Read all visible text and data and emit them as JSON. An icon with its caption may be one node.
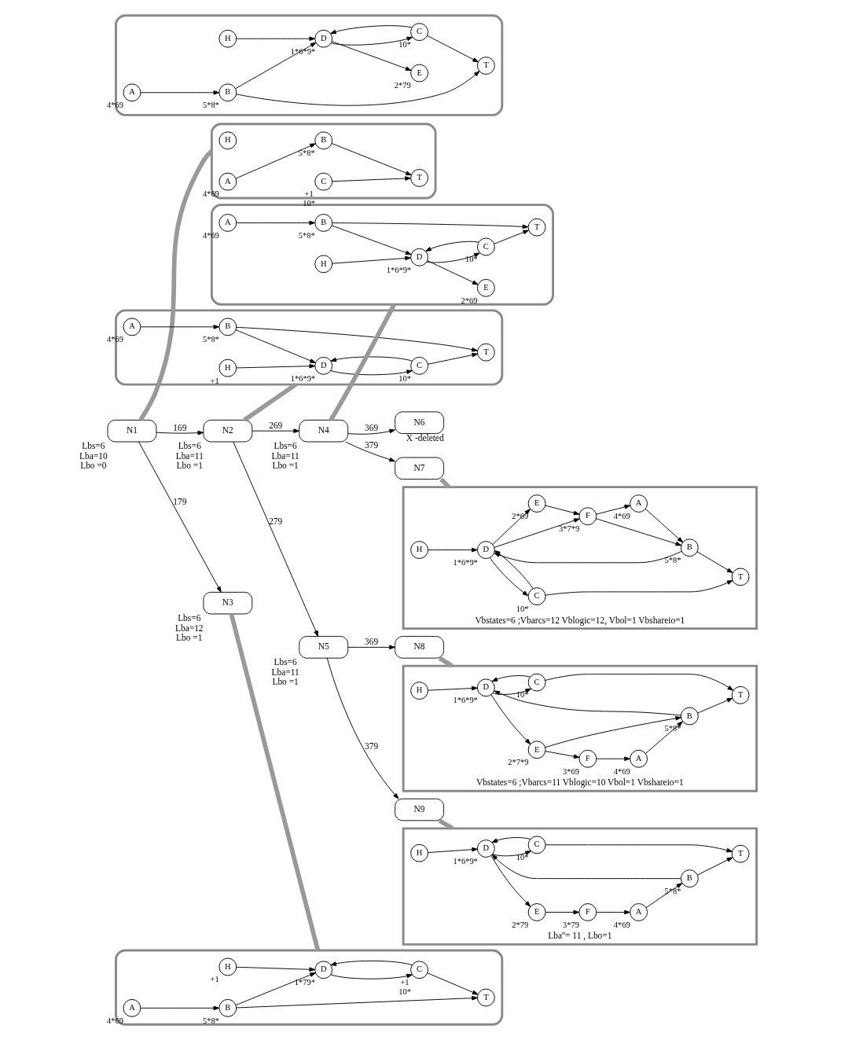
{
  "diagram": {
    "nodes": [
      {
        "text": [],
        "shape": "box"
      },
      {
        "text": [
          "H"
        ],
        "in": 0
      },
      {
        "text": [
          "T"
        ],
        "in": 0
      },
      {
        "text": [
          "A"
        ],
        "in": 0,
        "beside": [
          "4*69"
        ]
      },
      {
        "text": [
          "C"
        ],
        "in": 0,
        "beside": [
          "+1",
          "10*"
        ]
      },
      {
        "text": [
          "B"
        ],
        "in": 0,
        "beside": [
          "5*8*"
        ]
      },
      {
        "text": [
          "N1"
        ],
        "beside": [
          "Lbs=6",
          "Lba=10",
          "Lbo =0"
        ]
      },
      {
        "text": [],
        "shape": "box"
      },
      {
        "text": [
          "D"
        ],
        "in": 7,
        "beside": [
          "1*6*9*"
        ]
      },
      {
        "text": [
          "H"
        ],
        "in": 7,
        "beside": [
          "+1"
        ]
      },
      {
        "text": [
          "T"
        ],
        "in": 7
      },
      {
        "text": [
          "A"
        ],
        "in": 7,
        "beside": [
          "4*69"
        ]
      },
      {
        "text": [
          "C"
        ],
        "in": 7,
        "beside": [
          "10*"
        ]
      },
      {
        "text": [
          "B"
        ],
        "in": 7,
        "beside": [
          "5*8*"
        ]
      },
      {
        "text": [
          "N2"
        ],
        "beside": [
          "Lbs=6",
          "Lba=11",
          "Lbo =1"
        ]
      },
      {
        "text": [
          "N3"
        ],
        "beside": [
          "Lbs=6",
          "Lba=12",
          "Lbo =1"
        ]
      },
      {
        "text": [],
        "shape": "box"
      },
      {
        "text": [
          "D"
        ],
        "in": 16,
        "beside": [
          "1*79*"
        ]
      },
      {
        "text": [
          "H"
        ],
        "in": 16,
        "beside": [
          "+1"
        ]
      },
      {
        "text": [
          "T"
        ],
        "in": 16
      },
      {
        "text": [
          "A"
        ],
        "in": 16,
        "beside": [
          "4*69"
        ]
      },
      {
        "text": [
          "C"
        ],
        "in": 16,
        "beside": [
          "+1",
          "10*"
        ]
      },
      {
        "text": [
          "B"
        ],
        "in": 16,
        "beside": [
          "5*8*"
        ]
      },
      {
        "text": [
          "N4"
        ],
        "beside": [
          "Lbs=6",
          "Lba=11",
          "Lbo =1"
        ]
      },
      {
        "text": [
          "N5"
        ],
        "beside": [
          "Lbs=6",
          "Lba=11",
          "Lbo =1"
        ]
      },
      {
        "text": [],
        "shape": "box"
      },
      {
        "text": [
          "D"
        ],
        "in": 25,
        "beside": [
          "1*6*9*"
        ]
      },
      {
        "text": [
          "H"
        ],
        "in": 25
      },
      {
        "text": [
          "E"
        ],
        "in": 25,
        "beside": [
          "2*69"
        ]
      },
      {
        "text": [
          "T"
        ],
        "in": 25
      },
      {
        "text": [
          "A"
        ],
        "in": 25,
        "beside": [
          "4*69"
        ]
      },
      {
        "text": [
          "B"
        ],
        "in": 25,
        "beside": [
          "5*8*"
        ]
      },
      {
        "text": [
          "C"
        ],
        "in": 25,
        "beside": [
          "10*"
        ]
      },
      {
        "text": [],
        "shape": "box"
      },
      {
        "text": [
          "D"
        ],
        "in": 33,
        "beside": [
          "1*6*9*"
        ]
      },
      {
        "text": [
          "H"
        ],
        "in": 33
      },
      {
        "text": [
          "E"
        ],
        "in": 33,
        "beside": [
          "2*79"
        ]
      },
      {
        "text": [
          "T"
        ],
        "in": 33
      },
      {
        "text": [
          "A"
        ],
        "in": 33,
        "beside": [
          "4*69"
        ]
      },
      {
        "text": [
          "C"
        ],
        "in": 33,
        "beside": [
          "10*"
        ]
      },
      {
        "text": [
          "B"
        ],
        "in": 33,
        "beside": [
          "5*8*"
        ]
      },
      {
        "text": [
          "N6"
        ],
        "beside": [
          "X -deleted"
        ]
      },
      {
        "text": [
          "N7"
        ]
      },
      {
        "text": [
          "N8"
        ]
      },
      {
        "text": [
          "N9"
        ]
      },
      {
        "text": [
          "Vbstates=6 ;Vbarcs=12 Vblogic=12, Vbol=1 Vbshareio=1"
        ]
      },
      {
        "text": [
          "D"
        ],
        "in": 45,
        "beside": [
          "1*6*9*"
        ]
      },
      {
        "text": [
          "H"
        ],
        "in": 45
      },
      {
        "text": [
          "E"
        ],
        "in": 45,
        "beside": [
          "2*69"
        ]
      },
      {
        "text": [
          "T"
        ],
        "in": 45
      },
      {
        "text": [
          "A"
        ],
        "in": 45,
        "beside": [
          "4*69"
        ]
      },
      {
        "text": [
          "C"
        ],
        "in": 45,
        "beside": [
          "10*"
        ]
      },
      {
        "text": [
          "B"
        ],
        "in": 45,
        "beside": [
          "5*8*"
        ]
      },
      {
        "text": [
          "F"
        ],
        "in": 45,
        "beside": [
          "3*7*9"
        ]
      },
      {
        "text": [
          "Vbstates=6 ;Vbarcs=11 Vblogic=10 Vbol=1 Vbshareio=1"
        ]
      },
      {
        "text": [
          "D"
        ],
        "in": 54,
        "beside": [
          "1*6*9*"
        ]
      },
      {
        "text": [
          "H"
        ],
        "in": 54
      },
      {
        "text": [
          "E"
        ],
        "in": 54,
        "beside": [
          "2*7*9"
        ]
      },
      {
        "text": [
          "T"
        ],
        "in": 54
      },
      {
        "text": [
          "A"
        ],
        "in": 54,
        "beside": [
          "4*69"
        ]
      },
      {
        "text": [
          "B"
        ],
        "in": 54,
        "beside": [
          "5*8*"
        ]
      },
      {
        "text": [
          "C"
        ],
        "in": 54,
        "beside": [
          "10*"
        ]
      },
      {
        "text": [
          "F"
        ],
        "in": 54,
        "beside": [
          "3*69"
        ]
      },
      {
        "text": [
          "Lba''= 11 , Lbo=1"
        ]
      },
      {
        "text": [
          "D"
        ],
        "in": 63,
        "beside": [
          "1*6*9*"
        ]
      },
      {
        "text": [
          "H"
        ],
        "in": 63
      },
      {
        "text": [
          "E"
        ],
        "in": 63,
        "beside": [
          "2*79"
        ]
      },
      {
        "text": [
          "T"
        ],
        "in": 63
      },
      {
        "text": [
          "A"
        ],
        "in": 63,
        "beside": [
          "4*69"
        ]
      },
      {
        "text": [
          "B"
        ],
        "in": 63,
        "beside": [
          "5*8*"
        ]
      },
      {
        "text": [
          "C"
        ],
        "in": 63,
        "beside": [
          "10*"
        ]
      },
      {
        "text": [
          "F"
        ],
        "in": 63,
        "beside": [
          "3*79"
        ]
      }
    ],
    "edges": [
      {
        "from": 6,
        "to": 14,
        "arrow": "to",
        "label": "169"
      },
      {
        "from": 6,
        "to": 15,
        "arrow": "to",
        "label": "179"
      },
      {
        "from": 14,
        "to": 23,
        "arrow": "to",
        "label": "269"
      },
      {
        "from": 14,
        "to": 24,
        "arrow": "to",
        "label": "279"
      },
      {
        "from": 23,
        "to": 41,
        "arrow": "to",
        "label": "369"
      },
      {
        "from": 23,
        "to": 42,
        "arrow": "to",
        "label": "379"
      },
      {
        "from": 24,
        "to": 43,
        "arrow": "to",
        "label": "369"
      },
      {
        "from": 24,
        "to": 44,
        "arrow": "to",
        "label": "379"
      },
      {
        "from": 6,
        "to": 0,
        "arrow": "none",
        "style": "thick",
        "color": "#999999"
      },
      {
        "from": 14,
        "to": 7,
        "arrow": "none",
        "style": "thick",
        "color": "#999999"
      },
      {
        "from": 15,
        "to": 16,
        "arrow": "none",
        "style": "thick",
        "color": "#999999"
      },
      {
        "from": 23,
        "to": 25,
        "arrow": "none",
        "style": "thick",
        "color": "#999999"
      },
      {
        "from": 42,
        "to": 45,
        "arrow": "none",
        "style": "thick",
        "color": "#999999"
      },
      {
        "from": 43,
        "to": 54,
        "arrow": "none",
        "style": "thick",
        "color": "#999999"
      },
      {
        "from": 44,
        "to": 63,
        "arrow": "none",
        "style": "thick",
        "color": "#999999"
      },
      {
        "from": 3,
        "to": 5,
        "arrow": "to"
      },
      {
        "from": 5,
        "to": 2,
        "arrow": "to"
      },
      {
        "from": 4,
        "to": 2,
        "arrow": "to"
      },
      {
        "from": 9,
        "to": 8,
        "arrow": "to"
      },
      {
        "from": 13,
        "to": 8,
        "arrow": "to"
      },
      {
        "from": 8,
        "to": 12,
        "arrow": "to"
      },
      {
        "from": 12,
        "to": 8,
        "arrow": "to"
      },
      {
        "from": 11,
        "to": 13,
        "arrow": "to"
      },
      {
        "from": 13,
        "to": 10,
        "arrow": "to"
      },
      {
        "from": 12,
        "to": 10,
        "arrow": "to"
      },
      {
        "from": 18,
        "to": 17,
        "arrow": "to"
      },
      {
        "from": 22,
        "to": 17,
        "arrow": "to"
      },
      {
        "from": 17,
        "to": 21,
        "arrow": "to"
      },
      {
        "from": 21,
        "to": 17,
        "arrow": "to"
      },
      {
        "from": 20,
        "to": 22,
        "arrow": "to"
      },
      {
        "from": 22,
        "to": 19,
        "arrow": "to"
      },
      {
        "from": 21,
        "to": 19,
        "arrow": "to"
      },
      {
        "from": 27,
        "to": 26,
        "arrow": "to"
      },
      {
        "from": 26,
        "to": 28,
        "arrow": "to"
      },
      {
        "from": 31,
        "to": 26,
        "arrow": "to"
      },
      {
        "from": 26,
        "to": 32,
        "arrow": "to"
      },
      {
        "from": 32,
        "to": 26,
        "arrow": "to"
      },
      {
        "from": 30,
        "to": 31,
        "arrow": "to"
      },
      {
        "from": 31,
        "to": 29,
        "arrow": "to"
      },
      {
        "from": 32,
        "to": 29,
        "arrow": "to"
      },
      {
        "from": 35,
        "to": 34,
        "arrow": "to"
      },
      {
        "from": 34,
        "to": 36,
        "arrow": "to"
      },
      {
        "from": 40,
        "to": 34,
        "arrow": "to"
      },
      {
        "from": 34,
        "to": 39,
        "arrow": "to"
      },
      {
        "from": 39,
        "to": 34,
        "arrow": "to"
      },
      {
        "from": 38,
        "to": 40,
        "arrow": "to"
      },
      {
        "from": 40,
        "to": 37,
        "arrow": "to"
      },
      {
        "from": 39,
        "to": 37,
        "arrow": "to"
      },
      {
        "from": 47,
        "to": 46,
        "arrow": "to"
      },
      {
        "from": 46,
        "to": 48,
        "arrow": "to"
      },
      {
        "from": 46,
        "to": 53,
        "arrow": "to"
      },
      {
        "from": 48,
        "to": 53,
        "arrow": "to"
      },
      {
        "from": 53,
        "to": 50,
        "arrow": "to"
      },
      {
        "from": 53,
        "to": 52,
        "arrow": "to"
      },
      {
        "from": 52,
        "to": 46,
        "arrow": "to"
      },
      {
        "from": 46,
        "to": 51,
        "arrow": "to"
      },
      {
        "from": 51,
        "to": 46,
        "arrow": "to"
      },
      {
        "from": 50,
        "to": 52,
        "arrow": "to"
      },
      {
        "from": 52,
        "to": 49,
        "arrow": "to"
      },
      {
        "from": 51,
        "to": 49,
        "arrow": "to"
      },
      {
        "from": 56,
        "to": 55,
        "arrow": "to"
      },
      {
        "from": 55,
        "to": 57,
        "arrow": "to"
      },
      {
        "from": 57,
        "to": 62,
        "arrow": "to"
      },
      {
        "from": 57,
        "to": 60,
        "arrow": "to"
      },
      {
        "from": 62,
        "to": 59,
        "arrow": "to"
      },
      {
        "from": 60,
        "to": 55,
        "arrow": "to"
      },
      {
        "from": 55,
        "to": 61,
        "arrow": "to"
      },
      {
        "from": 61,
        "to": 55,
        "arrow": "to"
      },
      {
        "from": 59,
        "to": 60,
        "arrow": "to"
      },
      {
        "from": 60,
        "to": 58,
        "arrow": "to"
      },
      {
        "from": 61,
        "to": 58,
        "arrow": "to"
      },
      {
        "from": 65,
        "to": 64,
        "arrow": "to"
      },
      {
        "from": 64,
        "to": 66,
        "arrow": "to"
      },
      {
        "from": 66,
        "to": 71,
        "arrow": "to"
      },
      {
        "from": 71,
        "to": 68,
        "arrow": "to"
      },
      {
        "from": 69,
        "to": 64,
        "arrow": "to"
      },
      {
        "from": 64,
        "to": 70,
        "arrow": "to"
      },
      {
        "from": 70,
        "to": 64,
        "arrow": "to"
      },
      {
        "from": 68,
        "to": 69,
        "arrow": "to"
      },
      {
        "from": 69,
        "to": 67,
        "arrow": "to"
      },
      {
        "from": 70,
        "to": 67,
        "arrow": "to"
      }
    ]
  }
}
